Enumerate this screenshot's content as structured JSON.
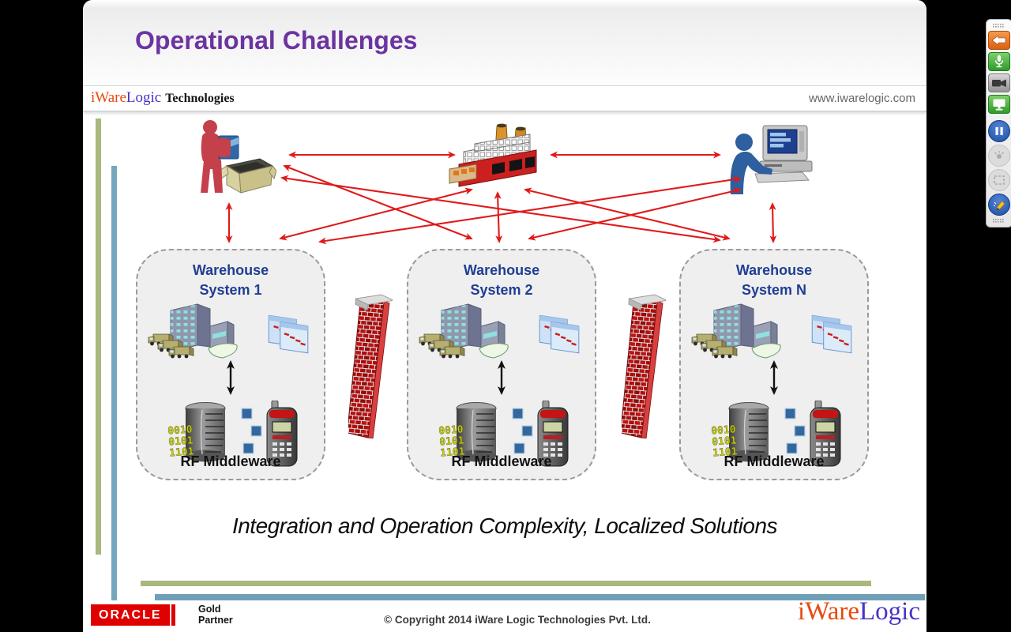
{
  "slide": {
    "title": "Operational Challenges",
    "header_brand": {
      "iware": "iWare",
      "logic": "Logic",
      "suffix": "Technologies"
    },
    "website": "www.iwarelogic.com",
    "caption": "Integration and Operation Complexity, Localized Solutions",
    "diagram": {
      "top_entities": [
        {
          "icon": "worker-with-box-icon"
        },
        {
          "icon": "factory-icon"
        },
        {
          "icon": "user-at-computer-icon"
        }
      ],
      "warehouses": [
        {
          "line1": "Warehouse",
          "line2": "System 1",
          "rf_label": "RF Middleware"
        },
        {
          "line1": "Warehouse",
          "line2": "System 2",
          "rf_label": "RF Middleware"
        },
        {
          "line1": "Warehouse",
          "line2": "System N",
          "rf_label": "RF Middleware"
        }
      ],
      "binary": [
        "0010",
        "0101",
        "1101"
      ],
      "icons": [
        "warehouse-building-icon",
        "data-panels-icon",
        "middleware-server-icon",
        "rf-handheld-icon",
        "firewall-brick-wall-icon"
      ],
      "colors": {
        "arrow_red": "#e01a1a",
        "box_title_blue": "#1f3e92",
        "firewall_brick": "#b01010",
        "accent_green": "#a9b87c",
        "accent_blue": "#74a7bd",
        "title_purple": "#6b34a0",
        "brand_orange": "#e8490f",
        "brand_blue": "#4733c8"
      }
    },
    "footer": {
      "oracle": "ORACLE",
      "partner_line1": "Gold",
      "partner_line2": "Partner",
      "copyright": "© Copyright 2014 iWare Logic Technologies Pvt. Ltd.",
      "logo_iware": "iWare",
      "logo_logic": "Logic"
    }
  },
  "toolbar": {
    "buttons": [
      {
        "name": "hide-panel",
        "icon": "arrow-left-icon",
        "color": "#dd5f0e"
      },
      {
        "name": "microphone",
        "icon": "mic-icon",
        "color": "#2f9a2b"
      },
      {
        "name": "webcam",
        "icon": "camera-icon",
        "color": "#939393"
      },
      {
        "name": "screen-share",
        "icon": "monitor-icon",
        "color": "#2f9a2b"
      },
      {
        "name": "pause",
        "icon": "pause-icon",
        "color": "#1c4fa4"
      },
      {
        "name": "laser-pointer",
        "icon": "pointer-icon",
        "color": "#dcdcdc",
        "disabled": true
      },
      {
        "name": "frame-tool",
        "icon": "frame-icon",
        "color": "#dcdcdc",
        "disabled": true
      },
      {
        "name": "highlighter",
        "icon": "highlighter-pen-icon",
        "color": "#1c4fa4"
      }
    ]
  }
}
